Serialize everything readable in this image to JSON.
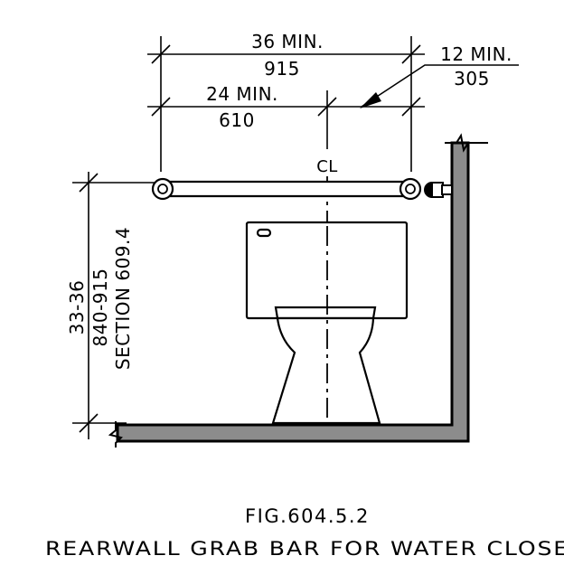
{
  "dimensions": {
    "overall_in": "36 MIN.",
    "overall_mm": "915",
    "bar_side_in": "24 MIN.",
    "bar_side_mm": "610",
    "wall_side_in": "12 MIN.",
    "wall_side_mm": "305",
    "height_in": "33-36",
    "height_mm": "840-915",
    "height_ref": "SECTION 609.4",
    "centerline": "CL"
  },
  "caption": {
    "figure": "FIG.604.5.2",
    "title": "REARWALL GRAB BAR FOR WATER CLOSE"
  },
  "colors": {
    "ink": "#000000",
    "wall_fill": "#8c8c8c",
    "background": "#ffffff"
  }
}
